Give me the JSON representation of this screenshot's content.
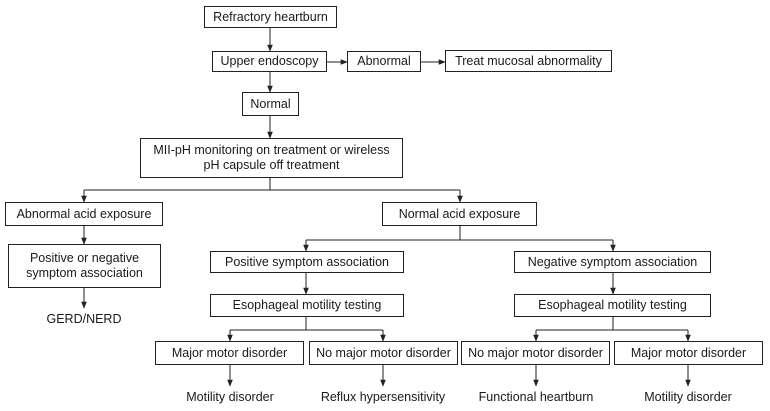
{
  "nodes": {
    "refractory": "Refractory heartburn",
    "endoscopy": "Upper endoscopy",
    "abnormal": "Abnormal",
    "treat": "Treat mucosal abnormality",
    "normal": "Normal",
    "monitoring_line1": "MII-pH monitoring on treatment or wireless",
    "monitoring_line2": "pH capsule off treatment",
    "abnormal_acid": "Abnormal acid exposure",
    "normal_acid": "Normal acid exposure",
    "symptom_assoc_line1": "Positive or negative",
    "symptom_assoc_line2": "symptom association",
    "gerd": "GERD/NERD",
    "positive_symptom": "Positive symptom association",
    "negative_symptom": "Negative symptom association",
    "motility_testing_left": "Esophageal motility testing",
    "motility_testing_right": "Esophageal motility testing",
    "major_motor_left": "Major motor disorder",
    "no_major_motor_left": "No major motor disorder",
    "no_major_motor_right": "No major motor disorder",
    "major_motor_right": "Major motor disorder",
    "outcome_motility_left": "Motility disorder",
    "outcome_reflux": "Reflux hypersensitivity",
    "outcome_functional": "Functional heartburn",
    "outcome_motility_right": "Motility disorder"
  }
}
